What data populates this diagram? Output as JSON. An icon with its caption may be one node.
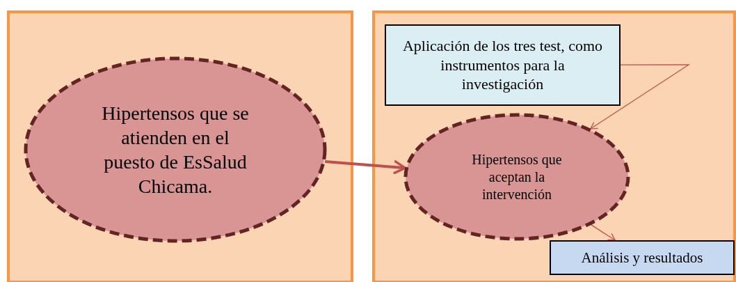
{
  "diagram": {
    "nodes": [
      {
        "text": [],
        "shape": "box"
      },
      {
        "text": [
          "Hipertensos que se atienden en el puesto de EsSalud Chicama."
        ],
        "in": 0
      },
      {
        "text": [],
        "shape": "box"
      },
      {
        "text": [
          "Aplicación de los tres test, como instrumentos para la investigación"
        ],
        "in": 2
      },
      {
        "text": [
          "Hipertensos que aceptan la intervención"
        ],
        "in": 2
      },
      {
        "text": [
          "Análisis y resultados"
        ],
        "in": 2
      }
    ],
    "edges": [
      {
        "from": 1,
        "to": 4,
        "arrow": "to",
        "style": "thick"
      },
      {
        "from": 3,
        "to": 4,
        "arrow": "to"
      },
      {
        "from": 4,
        "to": 5,
        "arrow": "to"
      }
    ]
  }
}
